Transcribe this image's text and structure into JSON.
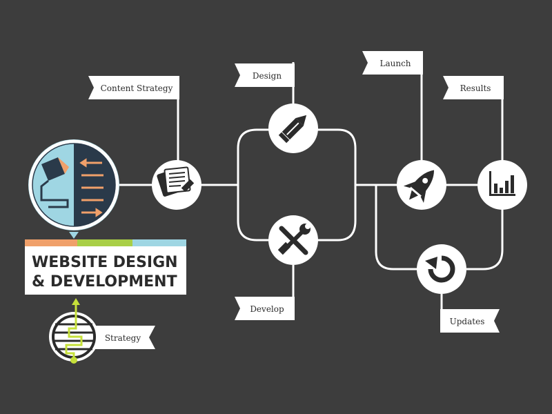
{
  "title": {
    "line1": "WEBSITE DESIGN",
    "line2": "& DEVELOPMENT"
  },
  "labels": {
    "content_strategy": "Content Strategy",
    "design": "Design",
    "develop": "Develop",
    "launch": "Launch",
    "results": "Results",
    "updates": "Updates",
    "strategy": "Strategy"
  },
  "colors": {
    "background": "#3d3d3d",
    "line": "#ffffff",
    "node_fill": "#ffffff",
    "icon": "#2b2b2b",
    "orange": "#f0a06a",
    "green": "#a9cf46",
    "light_blue": "#9fd6e3",
    "blue": "#7ecbe0",
    "navy": "#2a3a4a",
    "maze_green": "#c6e03a"
  },
  "icons": [
    "document-icon",
    "pencil-icon",
    "tools-icon",
    "rocket-icon",
    "bar-chart-icon",
    "refresh-icon",
    "maze-icon"
  ]
}
